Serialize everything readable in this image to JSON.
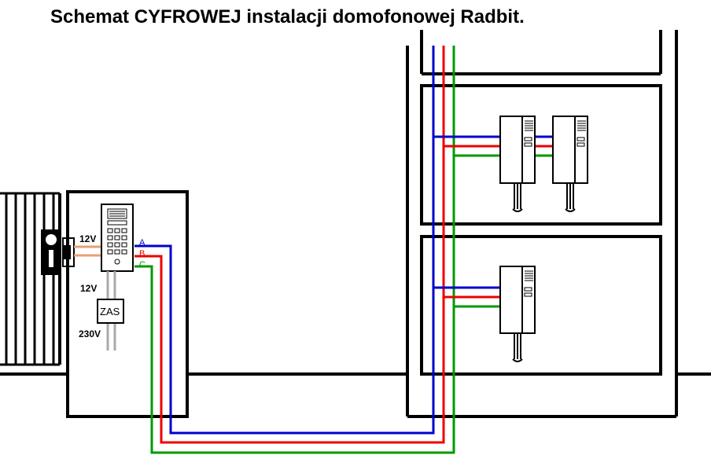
{
  "title": "Schemat CYFROWEJ instalacji domofonowej Radbit.",
  "labels": {
    "lock_voltage": "12V",
    "psu_output": "12V",
    "psu": "ZAS",
    "mains": "230V",
    "wire_a": "A",
    "wire_b": "B",
    "wire_c": "C"
  },
  "colors": {
    "wire_a": "#0000cc",
    "wire_b": "#ee0000",
    "wire_c": "#009900",
    "lock_wire": "#e8a070",
    "psu_wire": "#aaaaaa",
    "line": "#000000"
  },
  "icons": {
    "panel": "entry-panel-keypad-icon",
    "handset": "intercom-handset-icon",
    "lock": "electric-lock-icon"
  }
}
